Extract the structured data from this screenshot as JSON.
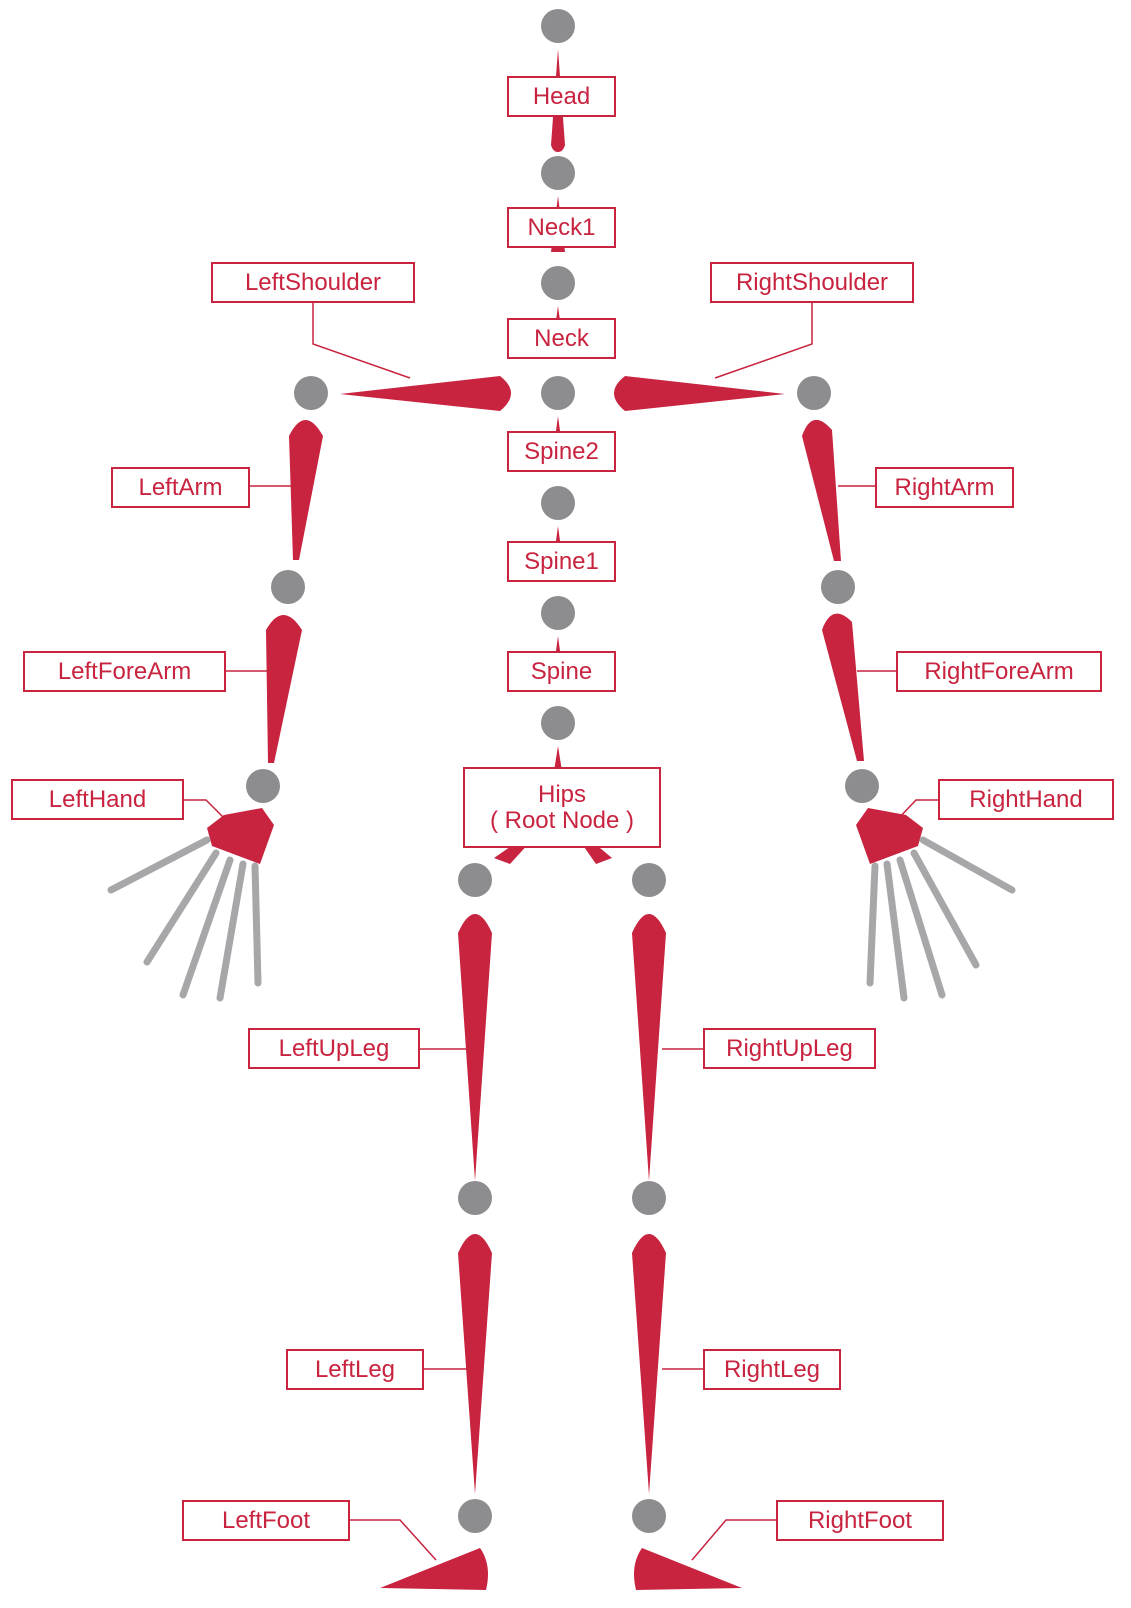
{
  "colors": {
    "bone": "#c8233f",
    "joint": "#8d8d8f",
    "finger": "#a7a7a9",
    "label_border": "#c8233f",
    "label_text": "#c8233f"
  },
  "labels": {
    "head": "Head",
    "neck1": "Neck1",
    "neck": "Neck",
    "spine2": "Spine2",
    "spine1": "Spine1",
    "spine": "Spine",
    "hips": "Hips",
    "hips_note": "( Root Node )",
    "left_shoulder": "LeftShoulder",
    "right_shoulder": "RightShoulder",
    "left_arm": "LeftArm",
    "right_arm": "RightArm",
    "left_forearm": "LeftForeArm",
    "right_forearm": "RightForeArm",
    "left_hand": "LeftHand",
    "right_hand": "RightHand",
    "left_upleg": "LeftUpLeg",
    "right_upleg": "RightUpLeg",
    "left_leg": "LeftLeg",
    "right_leg": "RightLeg",
    "left_foot": "LeftFoot",
    "right_foot": "RightFoot"
  }
}
